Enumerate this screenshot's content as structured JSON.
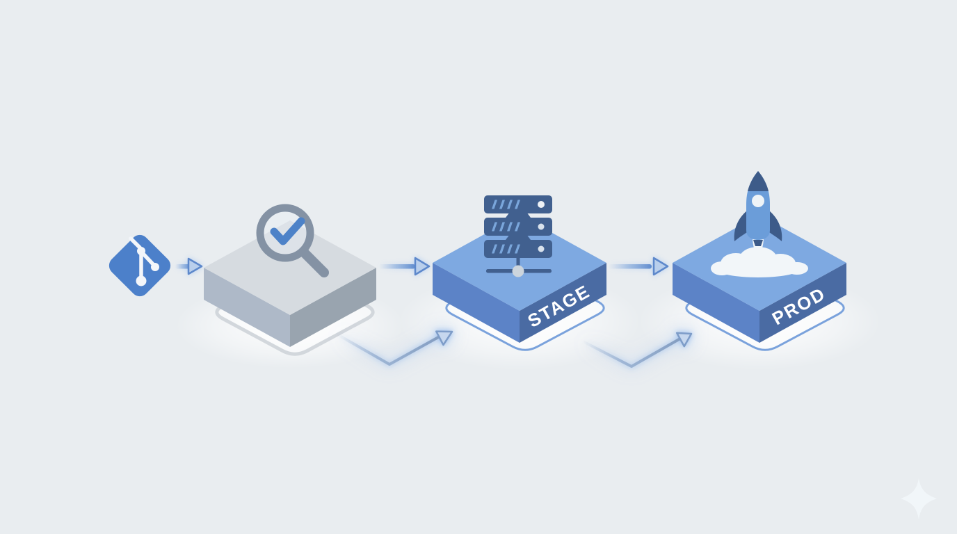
{
  "pipeline": {
    "background_color": "#e9edf0",
    "accent_color": "#4a7ec8",
    "label_color": "#ffffff",
    "nodes": [
      {
        "id": "git-source",
        "icon": "git-icon",
        "label": "",
        "colors": {
          "fill": "#4c80ca",
          "glyph": "#f3f6fa"
        }
      },
      {
        "id": "validate",
        "icon": "magnifier-check-icon",
        "label": "",
        "colors": {
          "top": "#d6dbe0",
          "left": "#aeb9c8",
          "right": "#99a4af",
          "outline": "#d2d7dc",
          "ring": "#8492a4",
          "check": "#4d82c8"
        }
      },
      {
        "id": "stage",
        "icon": "server-rack-icon",
        "label": "STAGE",
        "colors": {
          "top": "#7ea9e1",
          "left": "#5c83c7",
          "right": "#4a6ba3",
          "outline": "#7aa2dc",
          "server_body": "#41608f",
          "server_slash": "#7aa6db"
        }
      },
      {
        "id": "prod",
        "icon": "rocket-icon",
        "label": "PROD",
        "colors": {
          "top": "#7ea9e1",
          "left": "#5c83c7",
          "right": "#4a6ba3",
          "outline": "#7aa2dc",
          "rocket_body": "#6b9dd9",
          "rocket_dark": "#3d5b89",
          "cloud": "#f2f6f9"
        }
      }
    ],
    "connectors": [
      {
        "id": "git-to-validate",
        "type": "straight-arrow"
      },
      {
        "id": "validate-to-stage",
        "type": "straight-arrow"
      },
      {
        "id": "stage-to-prod",
        "type": "straight-arrow"
      },
      {
        "id": "validate-to-stage-promote",
        "type": "zigzag-arrow"
      },
      {
        "id": "stage-to-prod-promote",
        "type": "zigzag-arrow"
      }
    ],
    "decorations": [
      {
        "id": "sparkle",
        "icon": "sparkle-icon",
        "color": "#f2f6f9"
      }
    ]
  }
}
